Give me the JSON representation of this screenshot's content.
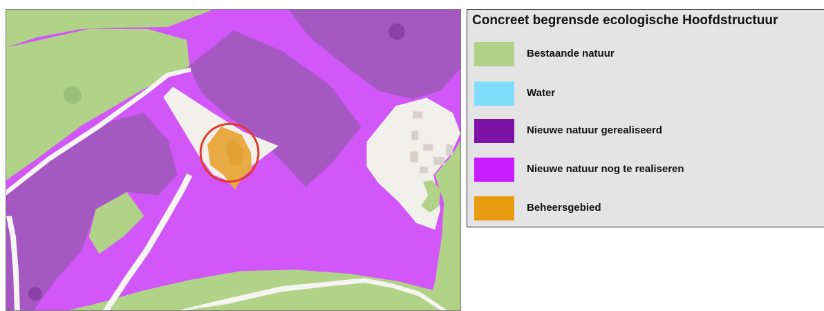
{
  "legend": {
    "title": "Concreet begrensde ecologische Hoofdstructuur",
    "items": [
      {
        "label": "Bestaande natuur",
        "color": "#b0d388",
        "icon": "green-swatch"
      },
      {
        "label": "Water",
        "color": "#7fdcfb",
        "icon": "light-blue-swatch"
      },
      {
        "label": "Nieuwe natuur gerealiseerd",
        "color": "#7d12a6",
        "icon": "dark-purple-swatch"
      },
      {
        "label": "Nieuwe natuur nog te realiseren",
        "color": "#c91cff",
        "icon": "magenta-swatch"
      },
      {
        "label": "Beheersgebied",
        "color": "#e79c10",
        "icon": "orange-swatch"
      }
    ]
  },
  "map": {
    "colors": {
      "existing_nature": "#b0d388",
      "new_nature_realized": "#a558c2",
      "new_nature_to_realize": "#d257f9",
      "management_area": "#e8aa42",
      "highlight_circle": "#e2392c",
      "road": "#f6f5f1"
    }
  }
}
